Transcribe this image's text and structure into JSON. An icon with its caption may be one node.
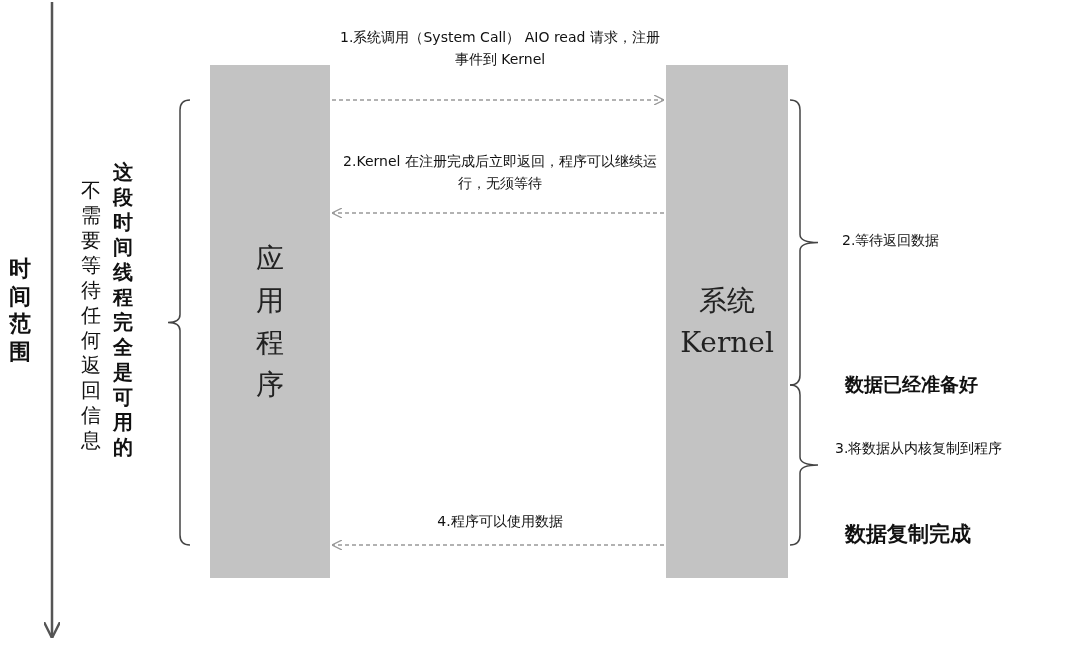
{
  "diagram": {
    "nodes": [
      {
        "text": [
          "应用程序"
        ]
      },
      {
        "text": [
          "系统 Kernel"
        ]
      }
    ],
    "edges": [
      {
        "from": 0,
        "to": 1,
        "arrow": "to",
        "style": "dashed",
        "label": "1.系统调用（System Call） AIO read 请求，注册事件到 Kernel"
      },
      {
        "from": 1,
        "to": 0,
        "arrow": "to",
        "style": "dashed",
        "label": "2.Kernel 在注册完成后立即返回，程序可以继续运行，无须等待"
      },
      {
        "from": 1,
        "to": 0,
        "arrow": "to",
        "style": "dashed",
        "label": "4.程序可以使用数据"
      }
    ],
    "labels": [
      "时间范围",
      "这段时间线程完全是可用的",
      "不需要等待任何返回信息",
      "2.等待返回数据",
      "数据已经准备好",
      "3.将数据从内核复制到程序",
      "数据复制完成"
    ]
  }
}
